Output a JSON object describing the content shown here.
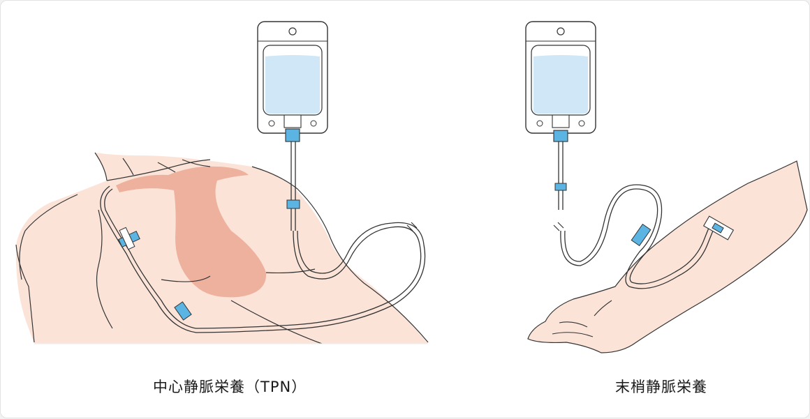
{
  "figure": {
    "left_caption": "中心静脈栄養（TPN）",
    "right_caption": "末梢静脈栄養"
  },
  "colors": {
    "skin": "#fbe3d8",
    "organ_shadow": "#eaa08a",
    "fluid": "#cfe7f6",
    "connector_blue": "#5bb4e2",
    "outline": "#333333"
  },
  "icons": {
    "left_iv_bag": "iv-bag-icon",
    "right_iv_bag": "iv-bag-icon",
    "tubing": "infusion-tube",
    "arm": "forearm-illustration",
    "chest": "upper-body-illustration"
  }
}
